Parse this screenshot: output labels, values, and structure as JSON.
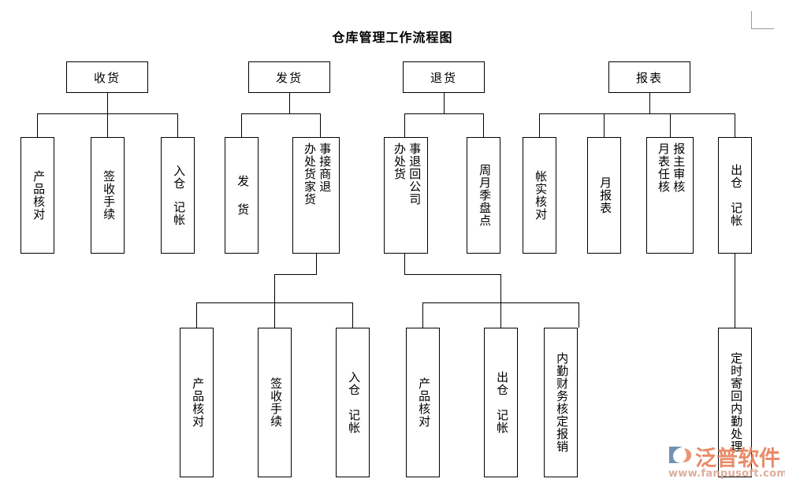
{
  "document": {
    "title": "仓库管理工作流程图"
  },
  "corner_mark": {
    "name": "page-corner-guide"
  },
  "watermark": {
    "brand": "泛普软件",
    "url": "www.fanpusoft.com",
    "brand_color": "#e8825c",
    "url_color": "#d8a08a",
    "logo_color": "#5b7fa6"
  },
  "chart_data": {
    "type": "diagram",
    "title": "仓库管理工作流程图",
    "orientation": "top-down tree, vertical CJK text in leaf boxes",
    "groups": [
      {
        "id": "receiving",
        "header": "收货",
        "children": [
          "产品核对",
          "签收手续",
          "入仓 记帐"
        ]
      },
      {
        "id": "shipping",
        "header": "发货",
        "children": [
          "发货",
          "接商家退货\n办处货事 货"
        ],
        "children_plain": [
          "发货",
          "事接商退 / 办处货家货"
        ],
        "sub_branch_from": "事接商退货",
        "sub_children": [
          "产品核对",
          "签收手续",
          "入仓 记帐"
        ]
      },
      {
        "id": "returns",
        "header": "退货",
        "children": [
          "事退回公司 / 办处货",
          "周月季盘点"
        ],
        "sub_branch_from": "事退回公司",
        "sub_children": [
          "产品核对",
          "出仓 记帐",
          "内勤财务核定报销"
        ]
      },
      {
        "id": "reports",
        "header": "报表",
        "children": [
          "帐实核对",
          "月报表",
          "报主审核 / 月表任核",
          "出仓 记帐"
        ],
        "sub_branch_from": "出仓 记帐",
        "sub_children": [
          "定时寄回内勤处理"
        ]
      }
    ]
  },
  "nodes": {
    "hdr_receiving": "收货",
    "hdr_shipping": "发货",
    "hdr_returns": "退货",
    "hdr_reports": "报表",
    "r1_a": "产品核对",
    "r1_b": "签收手续",
    "r1_c1": "入仓",
    "r1_c2": "记帐",
    "s1_a1": "发",
    "s1_a2": "货",
    "s1_b_right": "事接商退",
    "s1_b_left": "办处货家货",
    "t1_a_right": "事退回公司",
    "t1_a_left": "办处货",
    "t1_b": "周月季盘点",
    "p1_a": "帐实核对",
    "p1_b": "月报表",
    "p1_c_right": "报主审核",
    "p1_c_left": "月表任核",
    "p1_d1": "出仓",
    "p1_d2": "记帐",
    "s2_a": "产品核对",
    "s2_b": "签收手续",
    "s2_c1": "入仓",
    "s2_c2": "记帐",
    "t2_a": "产品核对",
    "t2_b1": "出仓",
    "t2_b2": "记帐",
    "t2_c": "内勤财务核定报销",
    "p2_a": "定时寄回内勤处理"
  }
}
